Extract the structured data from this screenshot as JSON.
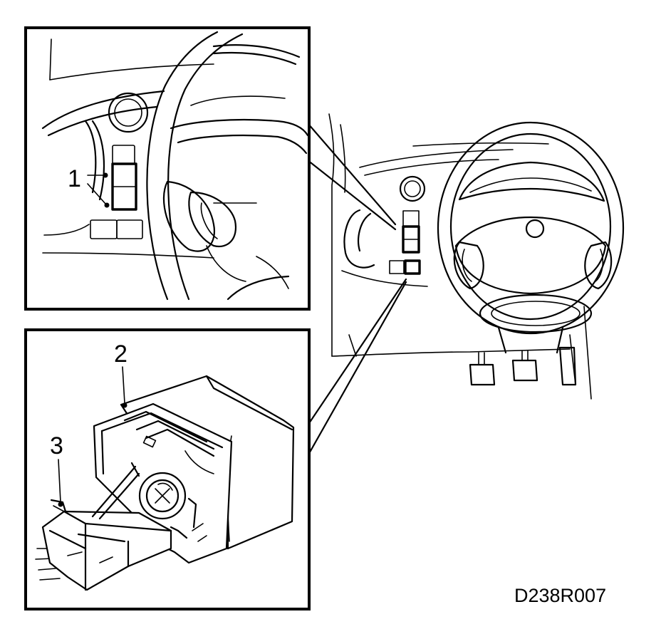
{
  "callouts": {
    "c1": "1",
    "c2": "2",
    "c3": "3"
  },
  "drawing_code": "D238R007",
  "colors": {
    "ink": "#000000",
    "paper": "#ffffff"
  }
}
